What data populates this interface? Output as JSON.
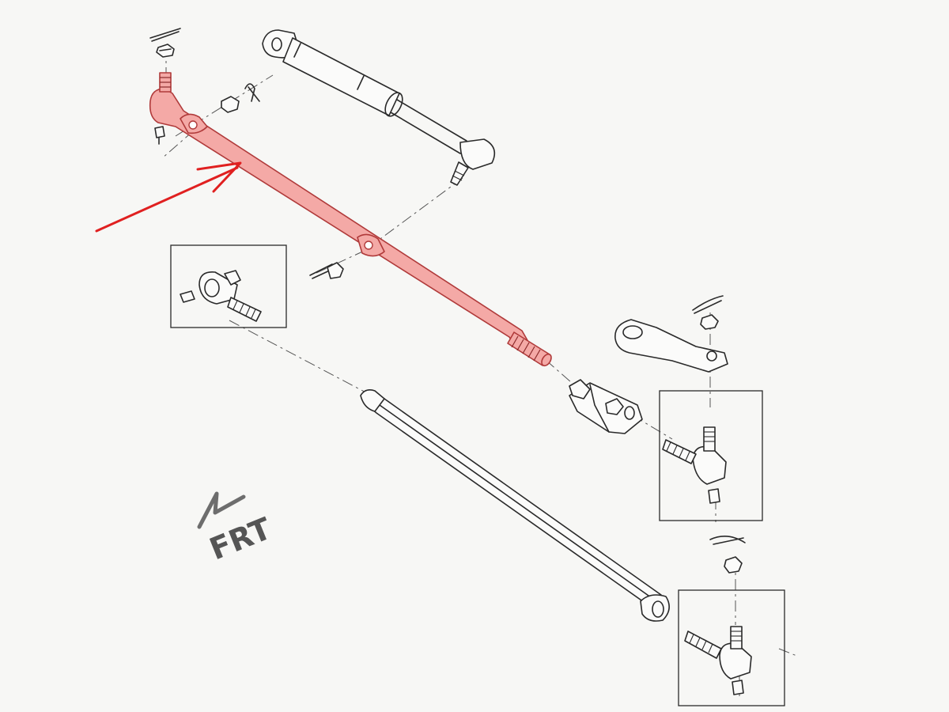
{
  "diagram": {
    "direction_label": "FRT",
    "colors": {
      "line": "#2a2a2a",
      "highlight_fill": "#f4a9a6",
      "highlight_stroke": "#b03a3a",
      "arrow": "#e02020",
      "direction_mark": "#555555"
    },
    "parts": [
      {
        "name": "tie-rod",
        "highlighted": true
      },
      {
        "name": "steering-damper",
        "highlighted": false
      },
      {
        "name": "drag-link",
        "highlighted": false
      },
      {
        "name": "pitman-arm",
        "highlighted": false
      },
      {
        "name": "adjusting-sleeve",
        "highlighted": false
      },
      {
        "name": "tie-rod-end-left",
        "highlighted": false
      },
      {
        "name": "tie-rod-end-right-upper",
        "highlighted": false
      },
      {
        "name": "tie-rod-end-right-lower",
        "highlighted": false
      }
    ]
  }
}
